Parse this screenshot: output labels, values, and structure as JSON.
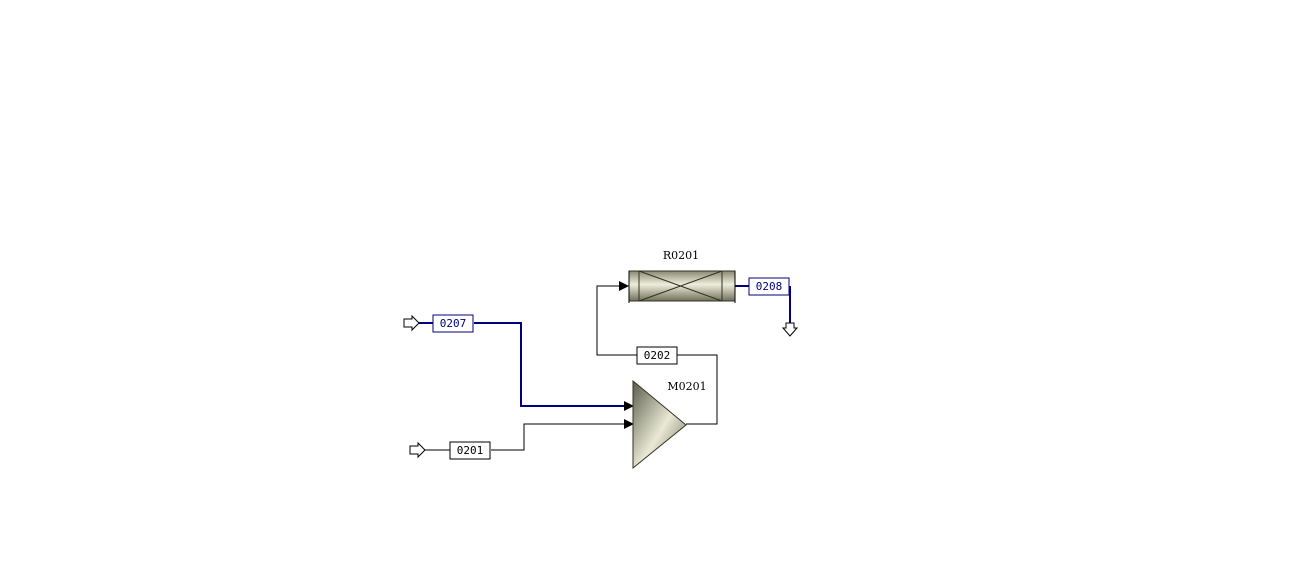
{
  "colors": {
    "heavy_stream": "#00007f",
    "light_stream": "#000000",
    "background": "#ffffff"
  },
  "blocks": {
    "reactor": {
      "id": "R0201",
      "icon": "plug-flow-reactor-icon"
    },
    "mixer": {
      "id": "M0201",
      "icon": "mixer-triangle-icon"
    }
  },
  "streams": {
    "s0207": {
      "id": "0207",
      "role": "feed",
      "style": "heavy"
    },
    "s0201": {
      "id": "0201",
      "role": "feed",
      "style": "light"
    },
    "s0202": {
      "id": "0202",
      "role": "internal",
      "style": "light"
    },
    "s0208": {
      "id": "0208",
      "role": "product",
      "style": "heavy"
    }
  }
}
